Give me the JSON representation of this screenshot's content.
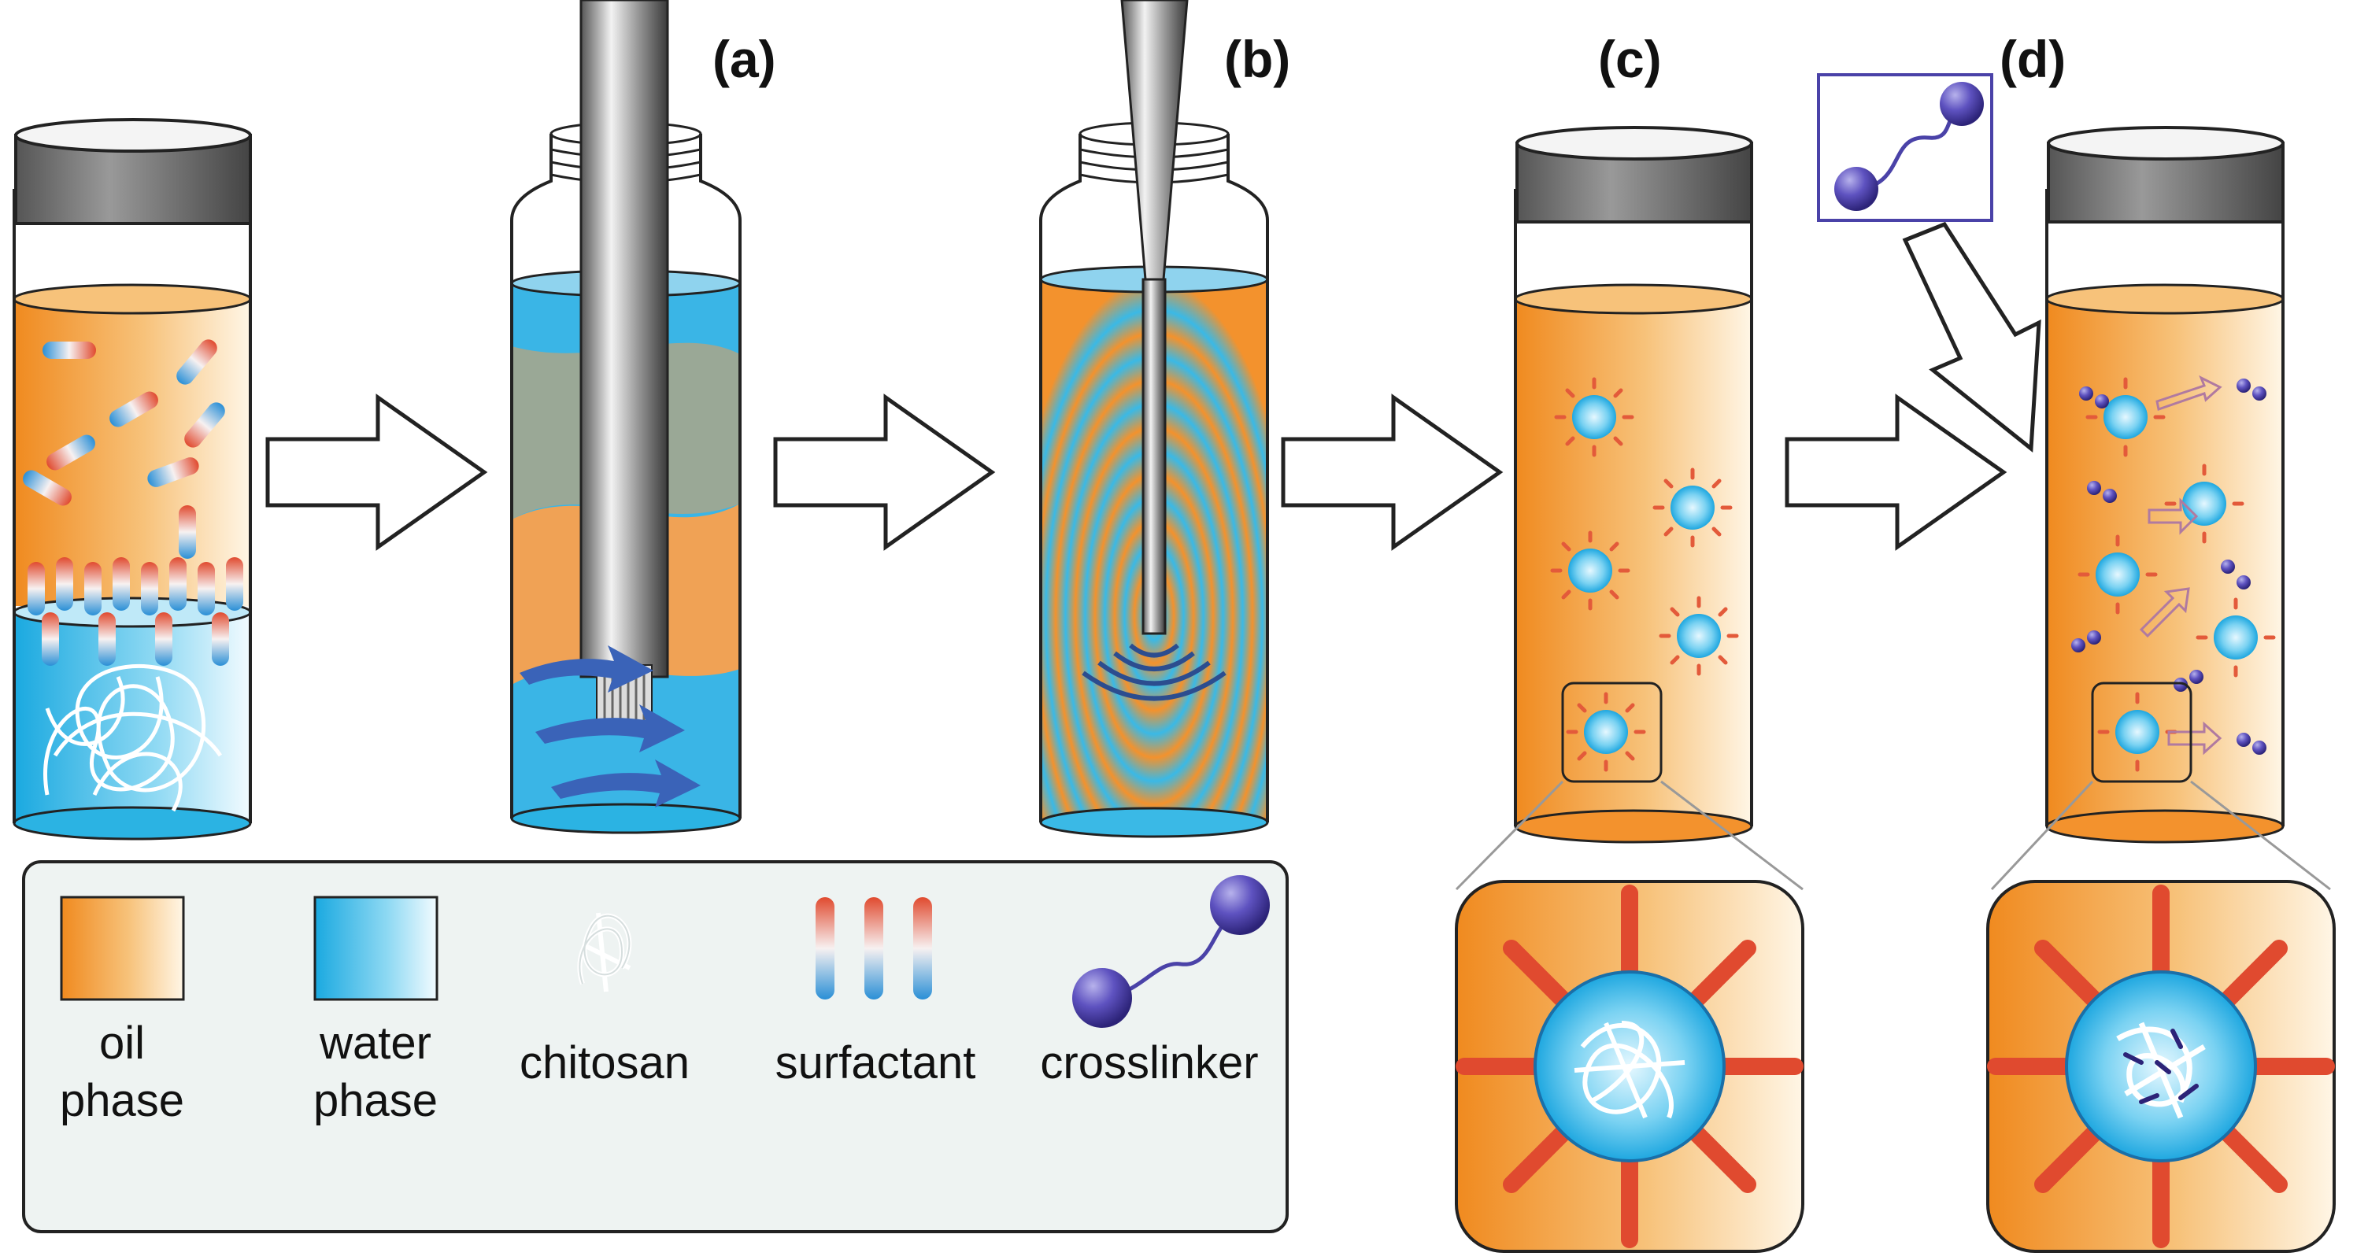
{
  "panels": {
    "a": "(a)",
    "b": "(b)",
    "c": "(c)",
    "d": "(d)"
  },
  "legend": {
    "oil_phase": [
      "oil",
      "phase"
    ],
    "water_phase": [
      "water",
      "phase"
    ],
    "chitosan": "chitosan",
    "surfactant": "surfactant",
    "crosslinker": "crosslinker"
  },
  "colors": {
    "oil": "#f3922d",
    "water": "#2bb3e3",
    "surfactant_red": "#e04a2f",
    "surfactant_blue": "#2a8fd6",
    "crosslinker": "#5a4fb0",
    "legend_bg": "#eef3f2"
  }
}
